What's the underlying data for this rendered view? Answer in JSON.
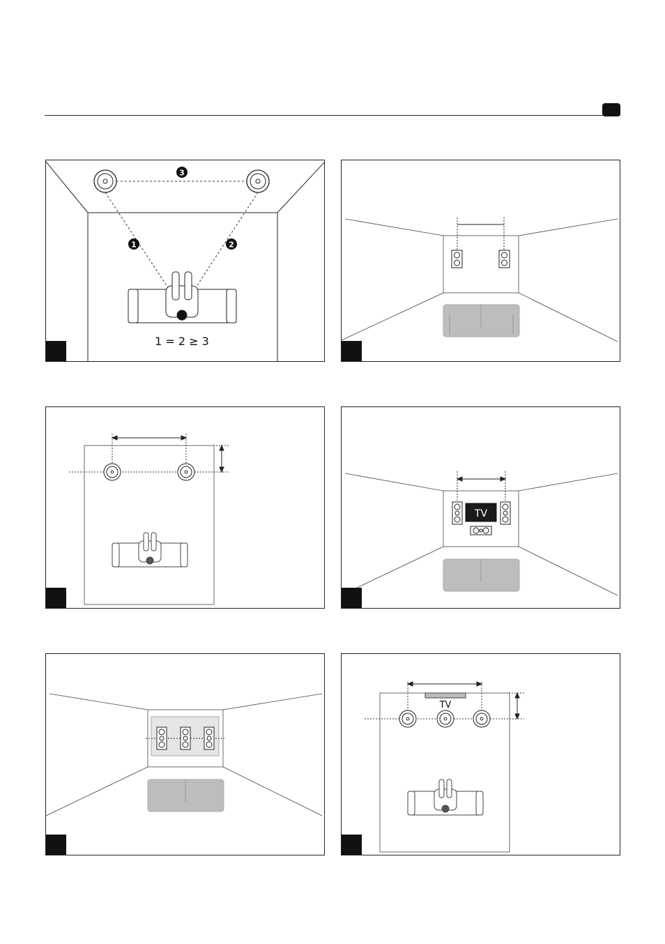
{
  "panels": {
    "p1": {
      "marker_1": "1",
      "marker_2": "2",
      "marker_3": "3",
      "formula": "1 = 2 ≥ 3"
    },
    "p4": {
      "tv_label": "TV"
    },
    "p6": {
      "tv_label": "TV"
    }
  },
  "colors": {
    "ink": "#111111",
    "sofa_gray": "#bdbdbd",
    "tv_screen": "#1a1a1a",
    "panel_bg": "#e6e6e6"
  }
}
